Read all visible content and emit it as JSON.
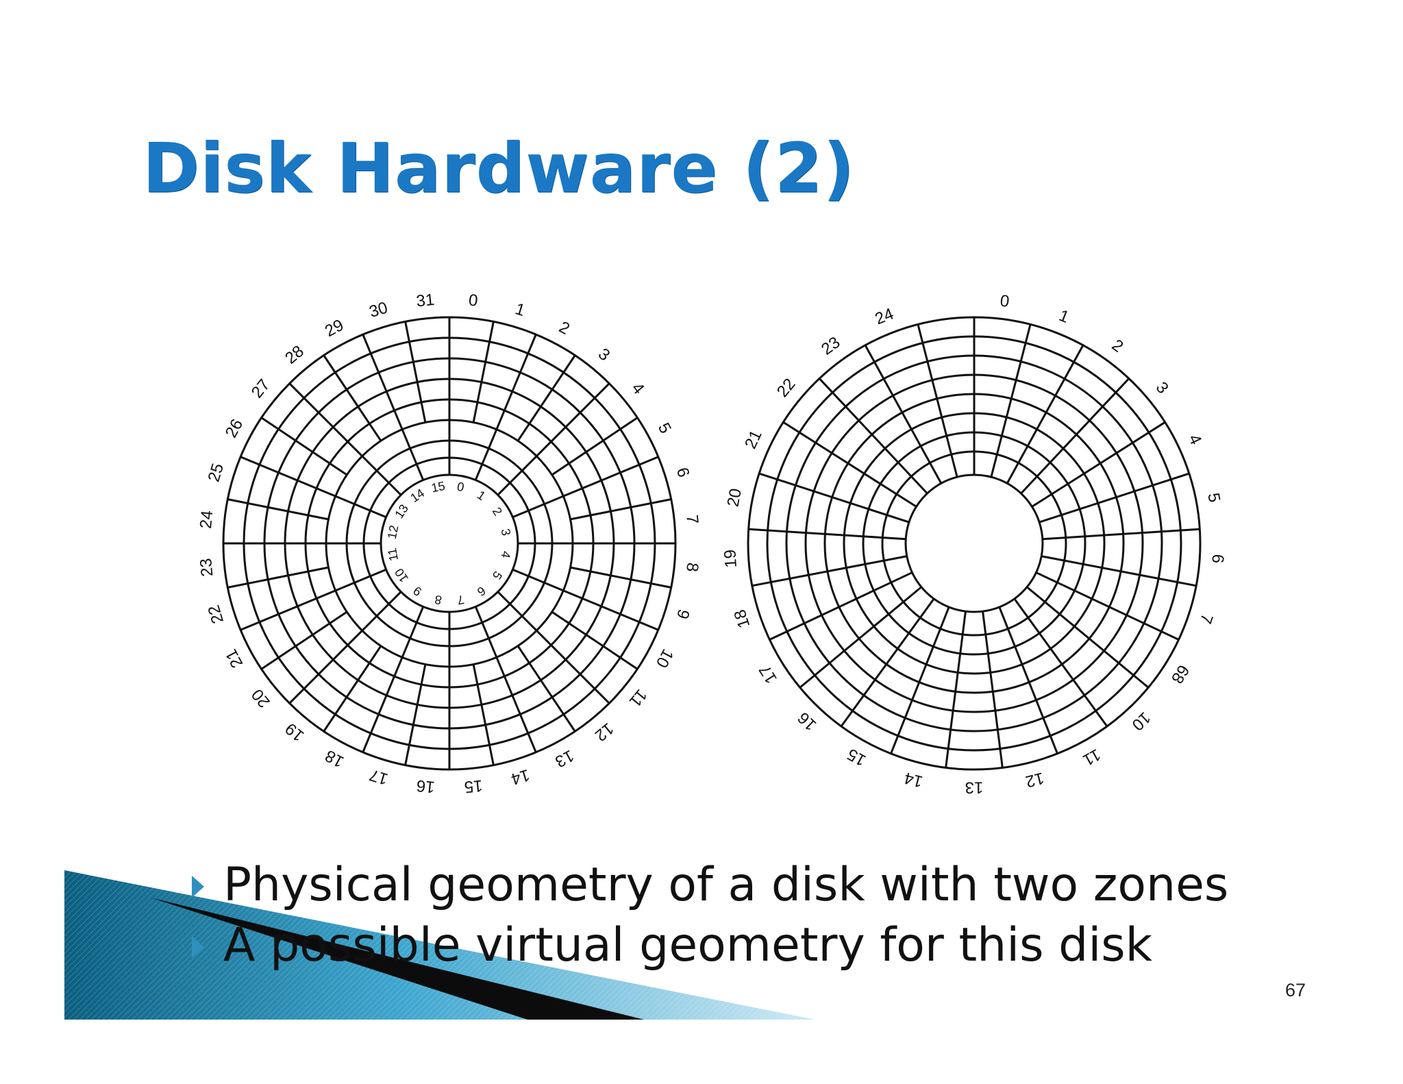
{
  "slide": {
    "title": "Disk Hardware (2)",
    "page_number": "67",
    "bullets": [
      "Physical geometry of a disk with two zones",
      "A possible virtual geometry for this disk"
    ],
    "accent_color": "#1b78c4"
  },
  "disk_physical": {
    "zones": [
      {
        "zone": "outer",
        "sectors": 32
      },
      {
        "zone": "inner",
        "sectors": 16
      }
    ],
    "outer_labels": [
      "0",
      "1",
      "2",
      "3",
      "4",
      "5",
      "6",
      "7",
      "8",
      "9",
      "10",
      "11",
      "12",
      "13",
      "14",
      "15",
      "16",
      "17",
      "18",
      "19",
      "20",
      "21",
      "22",
      "23",
      "24",
      "25",
      "26",
      "27",
      "28",
      "29",
      "30",
      "31"
    ],
    "inner_labels": [
      "0",
      "1",
      "2",
      "3",
      "4",
      "5",
      "6",
      "7",
      "8",
      "9",
      "10",
      "11",
      "12",
      "13",
      "14",
      "15"
    ]
  },
  "disk_virtual": {
    "sectors": 25,
    "outer_labels": [
      "0",
      "1",
      "2",
      "3",
      "4",
      "5",
      "6",
      "7",
      "68",
      "10",
      "11",
      "12",
      "13",
      "14",
      "15",
      "16",
      "17",
      "18",
      "19",
      "20",
      "21",
      "22",
      "23",
      "24"
    ]
  }
}
